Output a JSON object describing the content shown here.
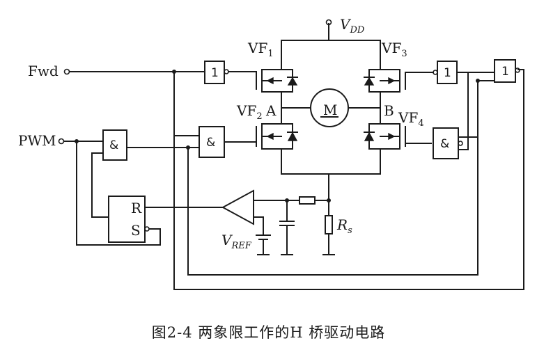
{
  "caption": "图2-4  两象限工作的H 桥驱动电路",
  "inputs": {
    "fwd": "Fwd",
    "pwm": "PWM"
  },
  "supply": {
    "label": "V",
    "sub": "DD"
  },
  "transistors": {
    "vf1": {
      "label": "VF",
      "sub": "1"
    },
    "vf2": {
      "label": "VF",
      "sub": "2"
    },
    "vf3": {
      "label": "VF",
      "sub": "3"
    },
    "vf4": {
      "label": "VF",
      "sub": "4"
    }
  },
  "nodes": {
    "a": "A",
    "b": "B"
  },
  "motor": "M",
  "gates": {
    "inv1": "1",
    "inv2": "1",
    "inv3": "1",
    "and1": "&",
    "and2": "&",
    "and3": "&"
  },
  "latch": {
    "r": "R",
    "s": "S"
  },
  "vref": {
    "label": "V",
    "sub": "REF"
  },
  "sense": {
    "label": "R",
    "sub": "s"
  }
}
